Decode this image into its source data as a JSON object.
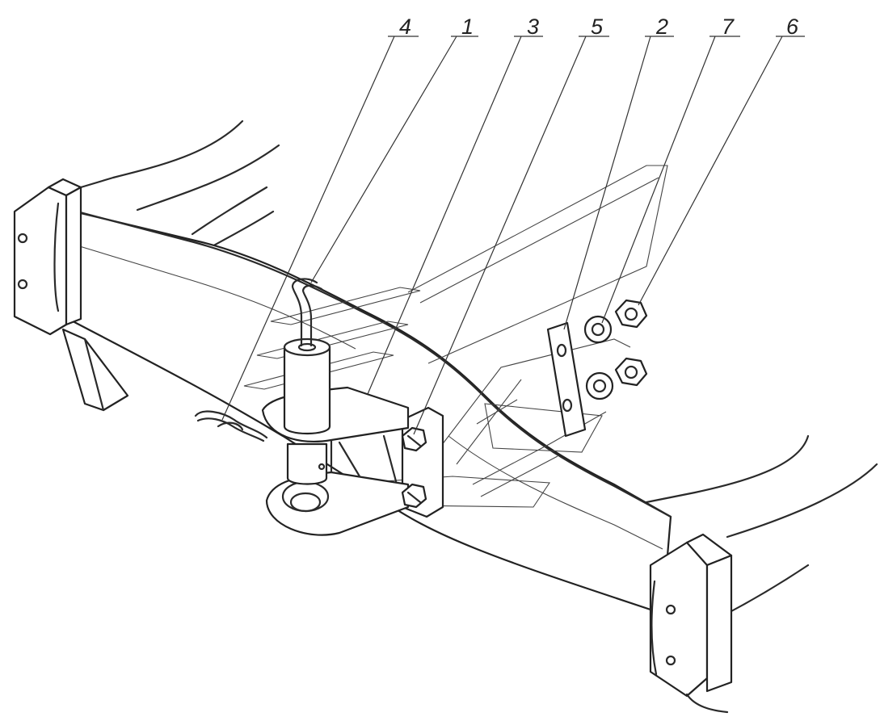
{
  "callouts": [
    {
      "id": "4",
      "label": "4",
      "part": "cotter-pin"
    },
    {
      "id": "1",
      "label": "1",
      "part": "hook-pin"
    },
    {
      "id": "3",
      "label": "3",
      "part": "tow-hitch"
    },
    {
      "id": "5",
      "label": "5",
      "part": "bolt"
    },
    {
      "id": "2",
      "label": "2",
      "part": "plate"
    },
    {
      "id": "7",
      "label": "7",
      "part": "washer"
    },
    {
      "id": "6",
      "label": "6",
      "part": "nut"
    }
  ]
}
